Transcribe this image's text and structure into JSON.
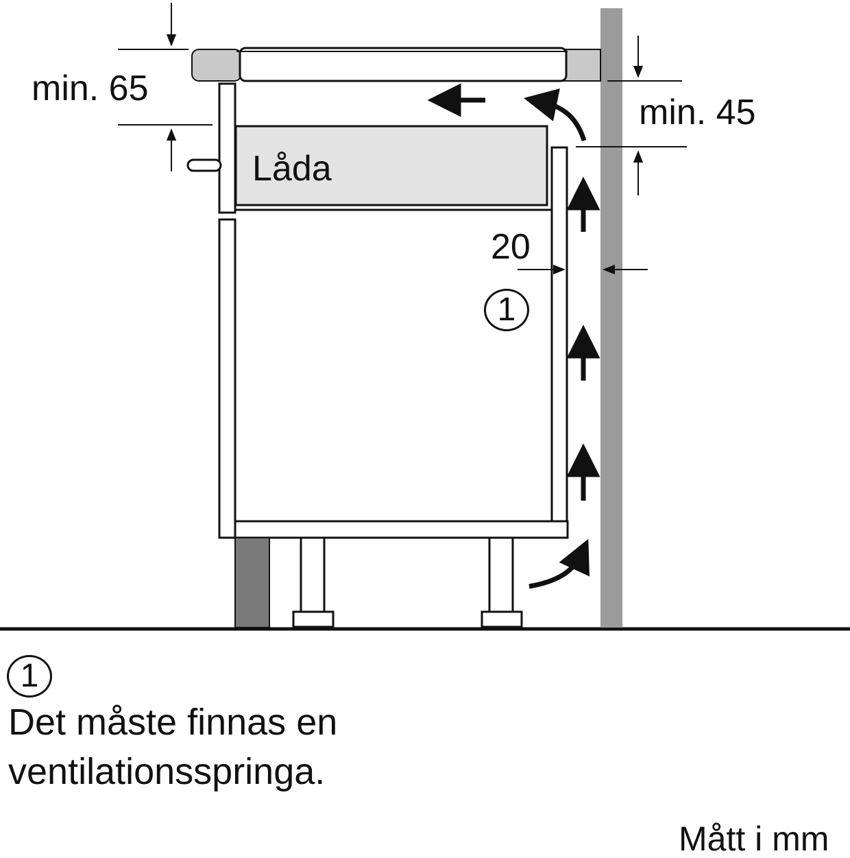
{
  "labels": {
    "min65": "min. 65",
    "min45": "min. 45",
    "lada": "Låda",
    "gap20": "20",
    "marker": "1"
  },
  "legend": {
    "marker": "1",
    "line1": "Det måste finnas en",
    "line2": "ventilationsspringa."
  },
  "footer": {
    "units": "Mått i mm"
  },
  "colors": {
    "line": "#111111",
    "wall": "#9b9b9b",
    "plinth": "#7a7a7a",
    "drawer": "#e3e3e3",
    "hob_edge": "#c9c9c9"
  }
}
